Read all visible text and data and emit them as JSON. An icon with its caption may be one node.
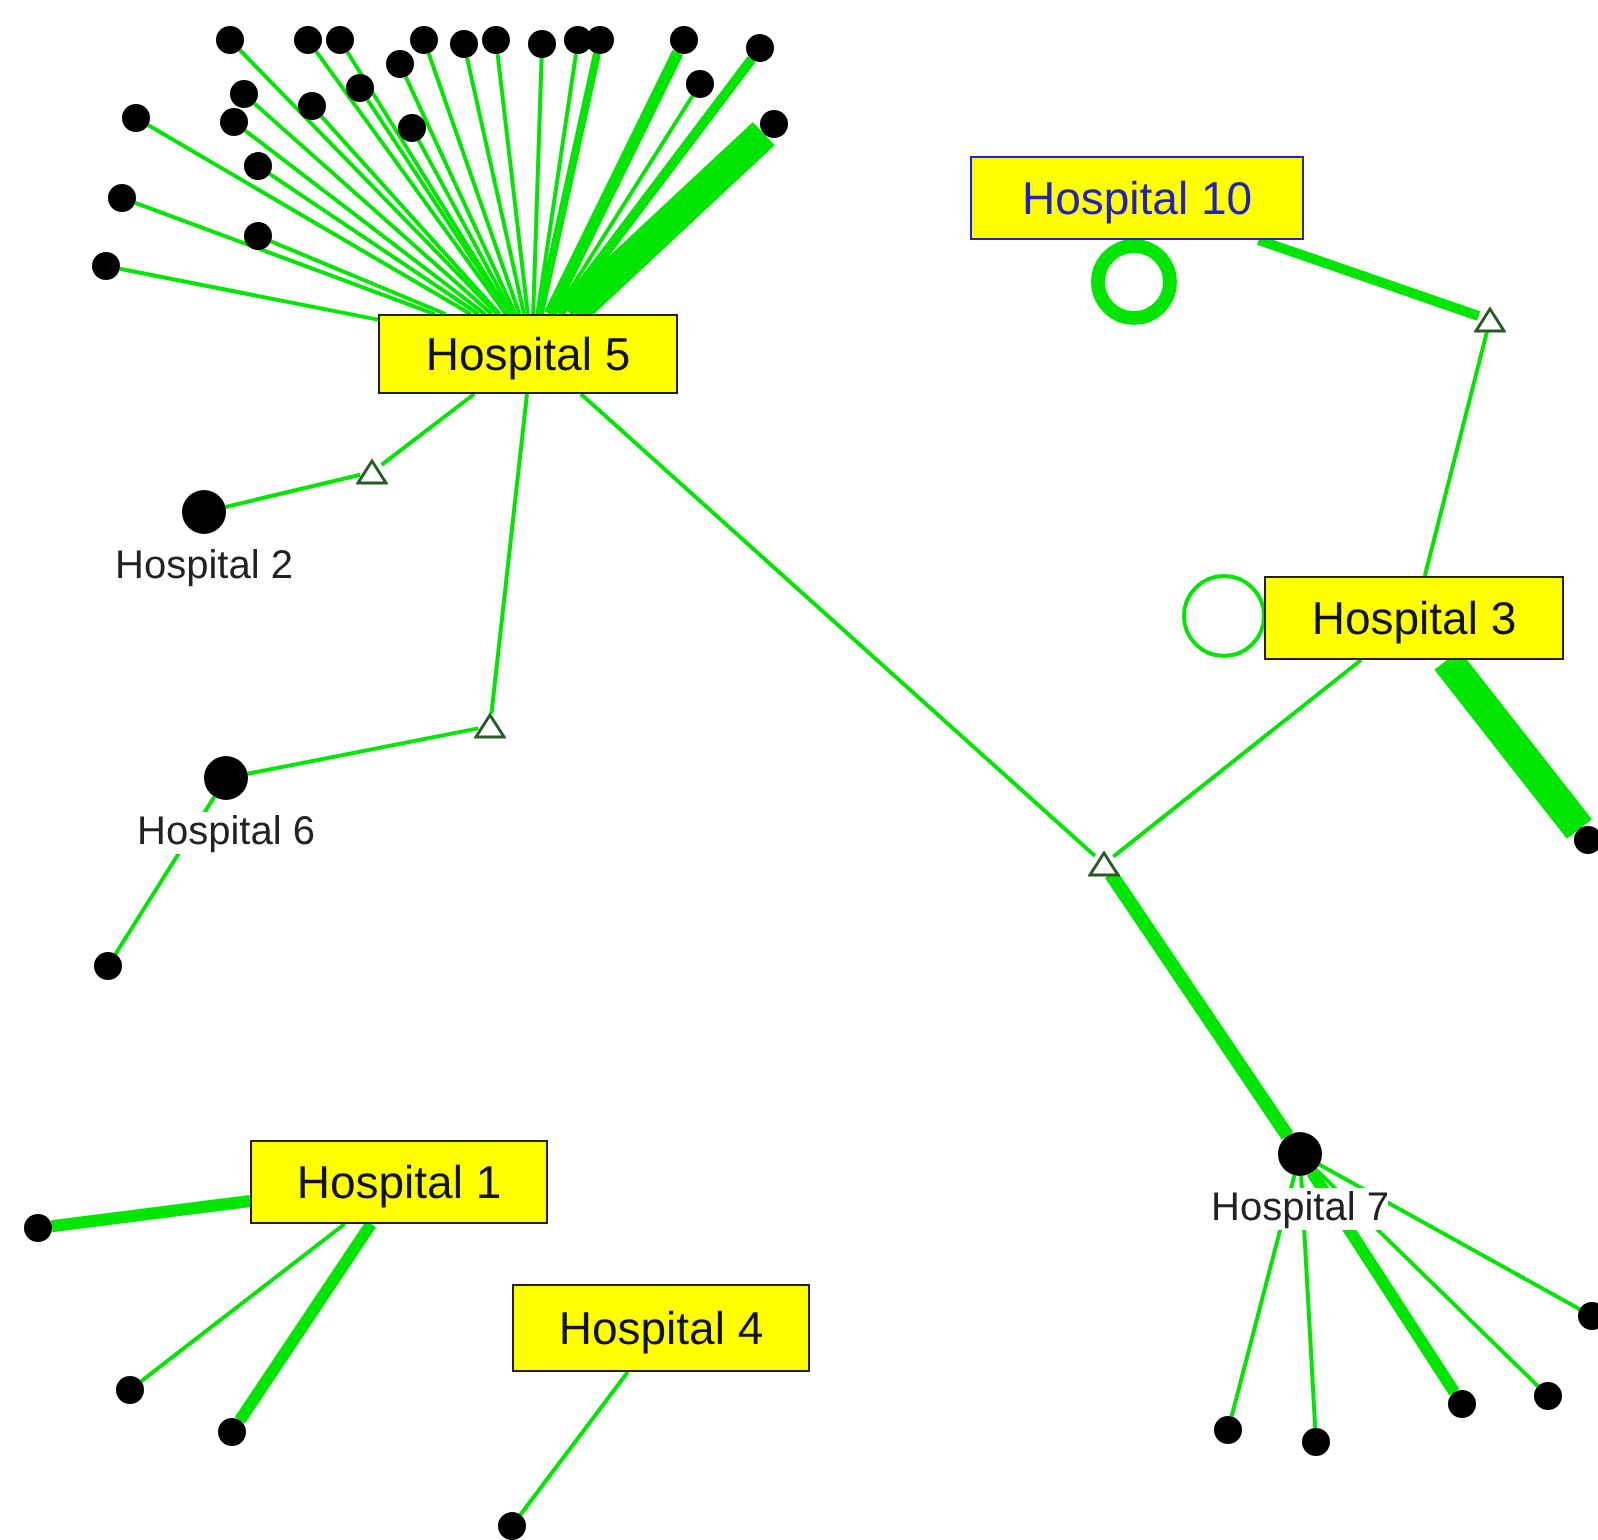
{
  "diagram": {
    "nodes": [
      {
        "text": [
          "Hospital 5"
        ]
      },
      {
        "text": [],
        "shape": "circle"
      },
      {
        "text": [],
        "shape": "circle"
      },
      {
        "text": [],
        "shape": "circle"
      },
      {
        "text": [],
        "shape": "circle"
      },
      {
        "text": [],
        "shape": "circle"
      },
      {
        "text": [],
        "shape": "circle"
      },
      {
        "text": [],
        "shape": "circle"
      },
      {
        "text": [],
        "shape": "circle"
      },
      {
        "text": [],
        "shape": "circle"
      },
      {
        "text": [],
        "shape": "circle"
      },
      {
        "text": [],
        "shape": "circle"
      },
      {
        "text": [],
        "shape": "circle"
      },
      {
        "text": [],
        "shape": "circle"
      },
      {
        "text": [],
        "shape": "circle"
      },
      {
        "text": [],
        "shape": "circle"
      },
      {
        "text": [],
        "shape": "circle"
      },
      {
        "text": [],
        "shape": "circle"
      },
      {
        "text": [],
        "shape": "circle"
      },
      {
        "text": [],
        "shape": "circle"
      },
      {
        "text": [],
        "shape": "circle"
      },
      {
        "text": [],
        "shape": "circle"
      },
      {
        "text": [],
        "shape": "circle"
      },
      {
        "text": [],
        "shape": "circle"
      },
      {
        "text": [],
        "shape": "circle"
      },
      {
        "text": [
          "Hospital 10"
        ]
      },
      {
        "text": [],
        "shape": "triangle"
      },
      {
        "text": [],
        "shape": "triangle"
      },
      {
        "text": [
          "Hospital 2"
        ]
      },
      {
        "text": [
          "Hospital 3"
        ]
      },
      {
        "text": [],
        "shape": "triangle"
      },
      {
        "text": [
          "Hospital 6"
        ]
      },
      {
        "text": [],
        "shape": "circle"
      },
      {
        "text": [],
        "shape": "circle"
      },
      {
        "text": [],
        "shape": "triangle"
      },
      {
        "text": [
          "Hospital 7"
        ]
      },
      {
        "text": [],
        "shape": "circle"
      },
      {
        "text": [],
        "shape": "circle"
      },
      {
        "text": [],
        "shape": "circle"
      },
      {
        "text": [],
        "shape": "circle"
      },
      {
        "text": [],
        "shape": "circle"
      },
      {
        "text": [
          "Hospital 1"
        ]
      },
      {
        "text": [],
        "shape": "circle"
      },
      {
        "text": [],
        "shape": "circle"
      },
      {
        "text": [],
        "shape": "circle"
      },
      {
        "text": [
          "Hospital 4"
        ]
      },
      {
        "text": [],
        "shape": "circle"
      }
    ],
    "edges": [
      {
        "from": 0,
        "to": 1,
        "arrow": "none"
      },
      {
        "from": 0,
        "to": 2,
        "arrow": "none"
      },
      {
        "from": 0,
        "to": 3,
        "arrow": "none"
      },
      {
        "from": 0,
        "to": 4,
        "arrow": "none"
      },
      {
        "from": 0,
        "to": 5,
        "arrow": "none"
      },
      {
        "from": 0,
        "to": 6,
        "arrow": "none"
      },
      {
        "from": 0,
        "to": 7,
        "arrow": "none"
      },
      {
        "from": 0,
        "to": 8,
        "arrow": "none"
      },
      {
        "from": 0,
        "to": 9,
        "arrow": "none",
        "style": "thick"
      },
      {
        "from": 0,
        "to": 10,
        "arrow": "none",
        "style": "thick"
      },
      {
        "from": 0,
        "to": 11,
        "arrow": "none",
        "style": "thick"
      },
      {
        "from": 0,
        "to": 12,
        "arrow": "none"
      },
      {
        "from": 0,
        "to": 13,
        "arrow": "none"
      },
      {
        "from": 0,
        "to": 14,
        "arrow": "none"
      },
      {
        "from": 0,
        "to": 15,
        "arrow": "none"
      },
      {
        "from": 0,
        "to": 16,
        "arrow": "none"
      },
      {
        "from": 0,
        "to": 17,
        "arrow": "none"
      },
      {
        "from": 0,
        "to": 18,
        "arrow": "none"
      },
      {
        "from": 0,
        "to": 19,
        "arrow": "none"
      },
      {
        "from": 0,
        "to": 20,
        "arrow": "none",
        "style": "thick"
      },
      {
        "from": 0,
        "to": 21,
        "arrow": "none"
      },
      {
        "from": 0,
        "to": 22,
        "arrow": "none"
      },
      {
        "from": 0,
        "to": 23,
        "arrow": "none"
      },
      {
        "from": 0,
        "to": 24,
        "arrow": "none"
      },
      {
        "from": 0,
        "to": 27,
        "arrow": "none"
      },
      {
        "from": 27,
        "to": 28,
        "arrow": "none"
      },
      {
        "from": 0,
        "to": 30,
        "arrow": "none"
      },
      {
        "from": 30,
        "to": 31,
        "arrow": "none"
      },
      {
        "from": 31,
        "to": 32,
        "arrow": "none"
      },
      {
        "from": 0,
        "to": 34,
        "arrow": "none"
      },
      {
        "from": 34,
        "to": 29,
        "arrow": "none"
      },
      {
        "from": 34,
        "to": 35,
        "arrow": "none",
        "style": "thick"
      },
      {
        "from": 25,
        "to": 26,
        "arrow": "none",
        "style": "thick"
      },
      {
        "from": 26,
        "to": 29,
        "arrow": "none"
      },
      {
        "from": 29,
        "to": 33,
        "arrow": "none",
        "style": "thick"
      },
      {
        "from": 25,
        "to": 25,
        "arrow": "none",
        "style": "thick"
      },
      {
        "from": 29,
        "to": 29,
        "arrow": "none"
      },
      {
        "from": 35,
        "to": 36,
        "arrow": "none"
      },
      {
        "from": 35,
        "to": 37,
        "arrow": "none"
      },
      {
        "from": 35,
        "to": 38,
        "arrow": "none",
        "style": "thick"
      },
      {
        "from": 35,
        "to": 39,
        "arrow": "none"
      },
      {
        "from": 35,
        "to": 40,
        "arrow": "none"
      },
      {
        "from": 41,
        "to": 42,
        "arrow": "none",
        "style": "thick"
      },
      {
        "from": 41,
        "to": 43,
        "arrow": "none"
      },
      {
        "from": 41,
        "to": 44,
        "arrow": "none",
        "style": "thick"
      },
      {
        "from": 45,
        "to": 46,
        "arrow": "none"
      }
    ]
  }
}
